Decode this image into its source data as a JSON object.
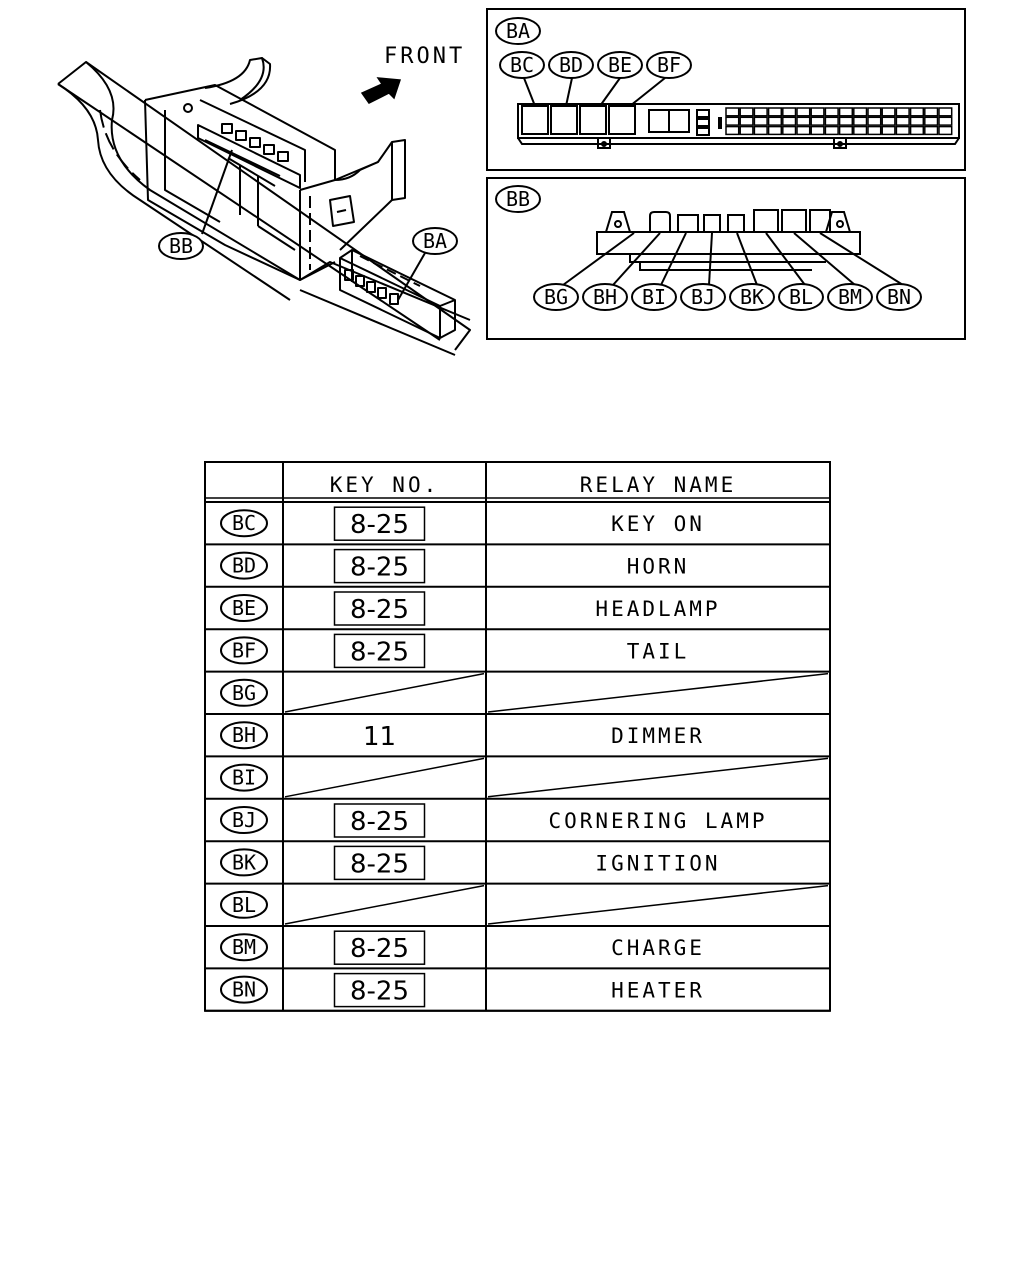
{
  "diagram": {
    "front_label": "FRONT",
    "callout_main_bb": "BB",
    "callout_main_ba": "BA",
    "panel_ba": {
      "title": "BA",
      "callouts": [
        "BC",
        "BD",
        "BE",
        "BF"
      ]
    },
    "panel_bb": {
      "title": "BB",
      "callouts": [
        "BG",
        "BH",
        "BI",
        "BJ",
        "BK",
        "BL",
        "BM",
        "BN"
      ]
    }
  },
  "table": {
    "headers": [
      "",
      "KEY NO.",
      "RELAY NAME"
    ],
    "rows": [
      {
        "code": "BC",
        "key": "8-25",
        "boxed": true,
        "name": "KEY ON"
      },
      {
        "code": "BD",
        "key": "8-25",
        "boxed": true,
        "name": "HORN"
      },
      {
        "code": "BE",
        "key": "8-25",
        "boxed": true,
        "name": "HEADLAMP"
      },
      {
        "code": "BF",
        "key": "8-25",
        "boxed": true,
        "name": "TAIL"
      },
      {
        "code": "BG",
        "key": "",
        "boxed": false,
        "name": "",
        "empty": true
      },
      {
        "code": "BH",
        "key": "11",
        "boxed": false,
        "name": "DIMMER"
      },
      {
        "code": "BI",
        "key": "",
        "boxed": false,
        "name": "",
        "empty": true
      },
      {
        "code": "BJ",
        "key": "8-25",
        "boxed": true,
        "name": "CORNERING LAMP"
      },
      {
        "code": "BK",
        "key": "8-25",
        "boxed": true,
        "name": "IGNITION"
      },
      {
        "code": "BL",
        "key": "",
        "boxed": false,
        "name": "",
        "empty": true
      },
      {
        "code": "BM",
        "key": "8-25",
        "boxed": true,
        "name": "CHARGE"
      },
      {
        "code": "BN",
        "key": "8-25",
        "boxed": true,
        "name": "HEATER"
      }
    ]
  }
}
